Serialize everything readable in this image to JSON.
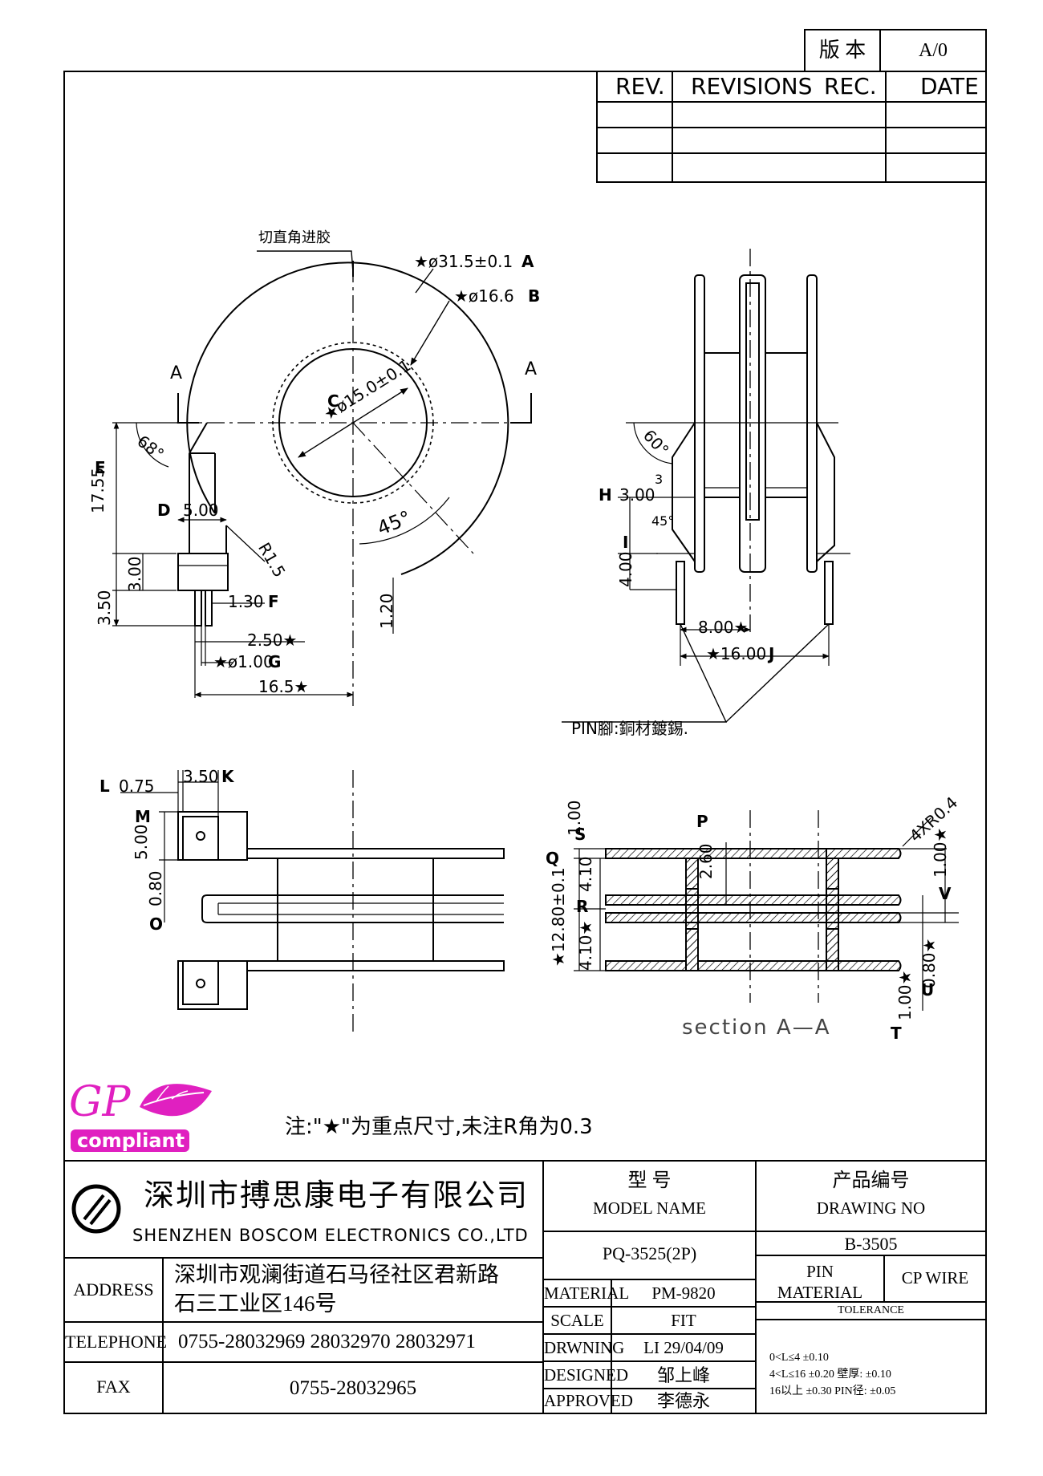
{
  "revision_box": {
    "label": "版 本",
    "value": "A/0"
  },
  "rev_table": {
    "headers": [
      "REV.",
      "REVISIONS",
      "REC.",
      "DATE"
    ],
    "rows": 3
  },
  "drawing": {
    "gate_note": "切直角进胶",
    "dim_A": "★ø31.5±0.1",
    "dim_A_tag": "A",
    "dim_B": "★ø16.6",
    "dim_B_tag": "B",
    "dim_C": "★ø15.0±0.1",
    "dim_C_tag": "C",
    "section_mark_left": "A",
    "section_mark_right": "A",
    "angle_68": "68°",
    "angle_45": "45°",
    "dim_E": "17.55",
    "dim_E_tag": "E",
    "dim_D": "5.00",
    "dim_D_tag": "D",
    "r15": "R1.5",
    "dim_300": "3.00",
    "dim_350": "3.50",
    "dim_F": "1.30",
    "dim_F_tag": "F",
    "dim_120": "1.20",
    "dim_250": "2.50★",
    "dim_G": "★ø1.00",
    "dim_G_tag": "G",
    "dim_165": "16.5★",
    "angle_60": "60°",
    "dim_3": "3",
    "dim_H": "3.00",
    "dim_H_tag": "H",
    "angle_45b": "45°",
    "dim_I_tag": "I",
    "dim_400": "4.00",
    "dim_800": "8.00★",
    "dim_J": "★16.00",
    "dim_J_tag": "J",
    "pin_note": "PIN腳:銅材鍍錫.",
    "dim_L": "0.75",
    "dim_L_tag": "L",
    "dim_K": "3.50",
    "dim_K_tag": "K",
    "dim_M_tag": "M",
    "dim_500": "5.00",
    "dim_080": "0.80",
    "dim_O_tag": "O",
    "dim_S": "1.00",
    "dim_S_tag": "S",
    "dim_P_tag": "P",
    "dim_260": "2.60",
    "dim_Q_tag": "Q",
    "dim_410a": "4.10",
    "dim_1280": "★12.80±0.1",
    "dim_R_tag": "R",
    "dim_410b": "4.10★",
    "dim_4xr": "4XR0.4",
    "dim_100a": "1.00★",
    "dim_V_tag": "V",
    "dim_080b": "0.80★",
    "dim_U_tag": "U",
    "dim_100b": "1.00★",
    "dim_T_tag": "T",
    "section_label": "section A—A"
  },
  "logo": {
    "gp": "GP",
    "compliant": "compliant"
  },
  "note": "注:\"★\"为重点尺寸,未注R角为0.3",
  "title_block": {
    "company_cn": "深圳市搏思康电子有限公司",
    "company_en": "SHENZHEN BOSCOM ELECTRONICS CO.,LTD",
    "model_label_cn": "型  号",
    "model_label_en": "MODEL NAME",
    "drawing_label_cn": "产品编号",
    "drawing_label_en": "DRAWING NO",
    "model_value": "PQ-3525(2P)",
    "drawing_value": "B-3505",
    "address_label": "ADDRESS",
    "address_line1": "深圳市观澜街道石马径社区君新路",
    "address_line2": "石三工业区146号",
    "telephone_label": "TELEPHONE",
    "telephone_value": "0755-28032969 28032970 28032971",
    "fax_label": "FAX",
    "fax_value": "0755-28032965",
    "material_label": "MATERIAL",
    "material_value": "PM-9820",
    "scale_label": "SCALE",
    "scale_value": "FIT",
    "drawing_by_label": "DRWNING",
    "drawing_by_value": "LI 29/04/09",
    "designed_label": "DESIGNED",
    "designed_value": "邹上峰",
    "approved_label": "APPROVED",
    "approved_value": "李德永",
    "pin_material_label": "PIN\nMATERIAL",
    "pin_material_value": "CP WIRE",
    "tolerance_label": "TOLERANCE",
    "tol_line1": "0<L≤4  ±0.10",
    "tol_line2": "4<L≤16 ±0.20  壁厚:  ±0.10",
    "tol_line3": "16以上    ±0.30  PIN径: ±0.05"
  }
}
